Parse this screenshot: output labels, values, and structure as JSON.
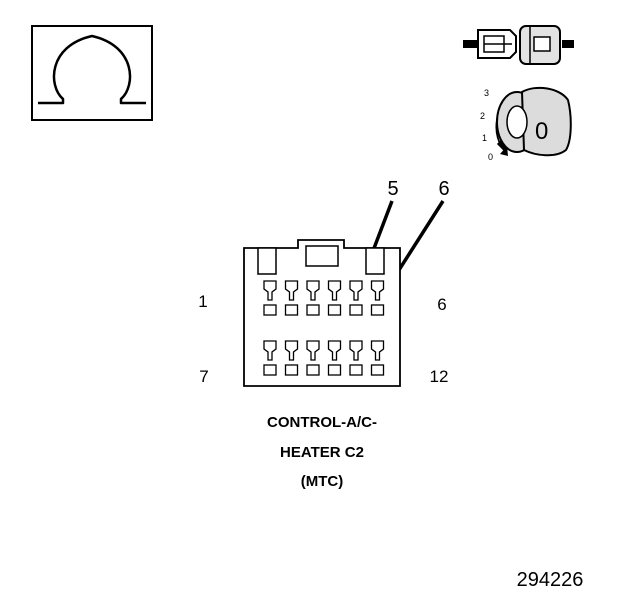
{
  "symbol": {
    "glyph": "Ω",
    "icon": "ohmmeter-icon"
  },
  "key_switch": {
    "positions": [
      "3",
      "2",
      "1",
      "0"
    ],
    "key_label": "0"
  },
  "pin_callouts": {
    "left": "5",
    "right": "6"
  },
  "pin_numbers": {
    "top_left": "1",
    "top_right": "6",
    "bottom_left": "7",
    "bottom_right": "12"
  },
  "caption": {
    "line1": "CONTROL-A/C-",
    "line2": "HEATER C2",
    "line3": "(MTC)"
  },
  "figure_id": "294226"
}
